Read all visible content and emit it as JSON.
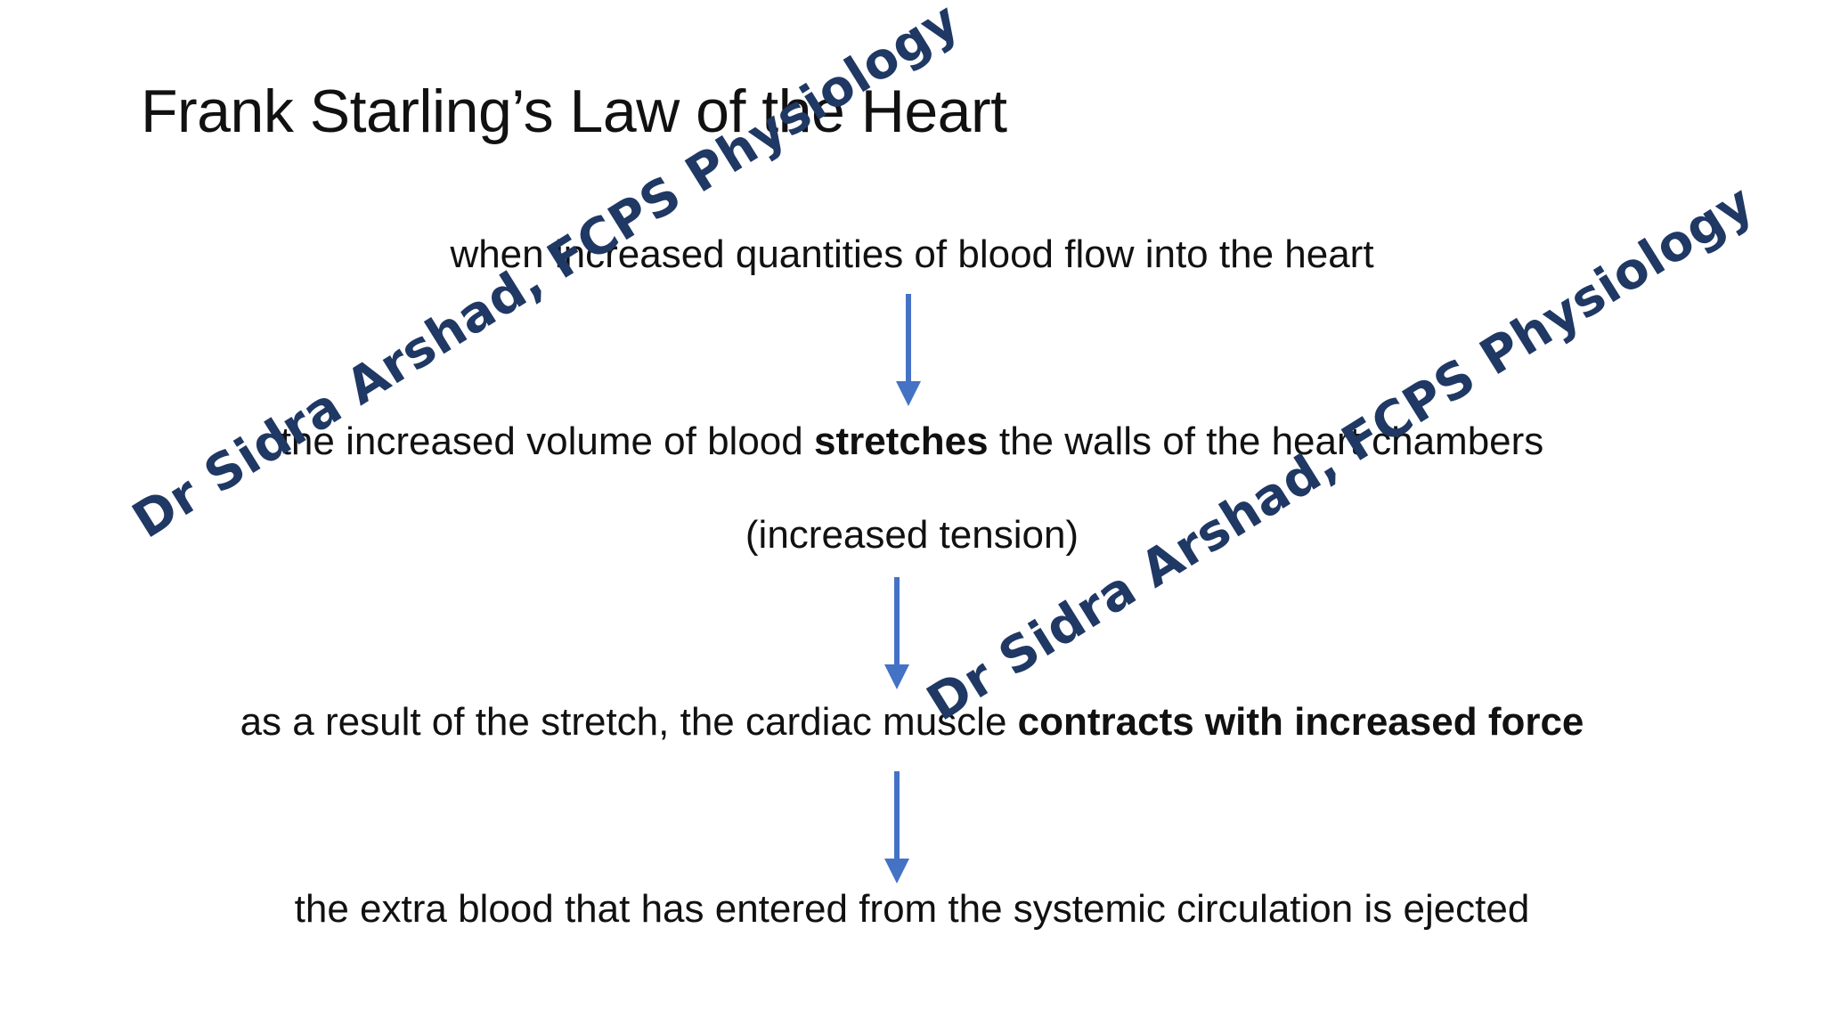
{
  "title": "Frank Starling’s Law of the Heart",
  "steps": {
    "step1": {
      "text": "when increased quantities of blood flow into the heart"
    },
    "step2": {
      "pre": "the increased volume of blood ",
      "bold": "stretches",
      "post": " the walls of the heart chambers"
    },
    "step2_note": {
      "text": "(increased tension)"
    },
    "step3": {
      "pre": "as a result of the stretch, the cardiac muscle ",
      "bold": "contracts with increased force"
    },
    "step4": {
      "text": "the extra blood that has entered from the systemic circulation is ejected"
    }
  },
  "watermark": {
    "text": "Dr Sidra Arshad, FCPS Physiology"
  },
  "colors": {
    "arrow": "#4472c4",
    "watermark": "#1f3864",
    "text": "#111111",
    "background": "#ffffff"
  }
}
